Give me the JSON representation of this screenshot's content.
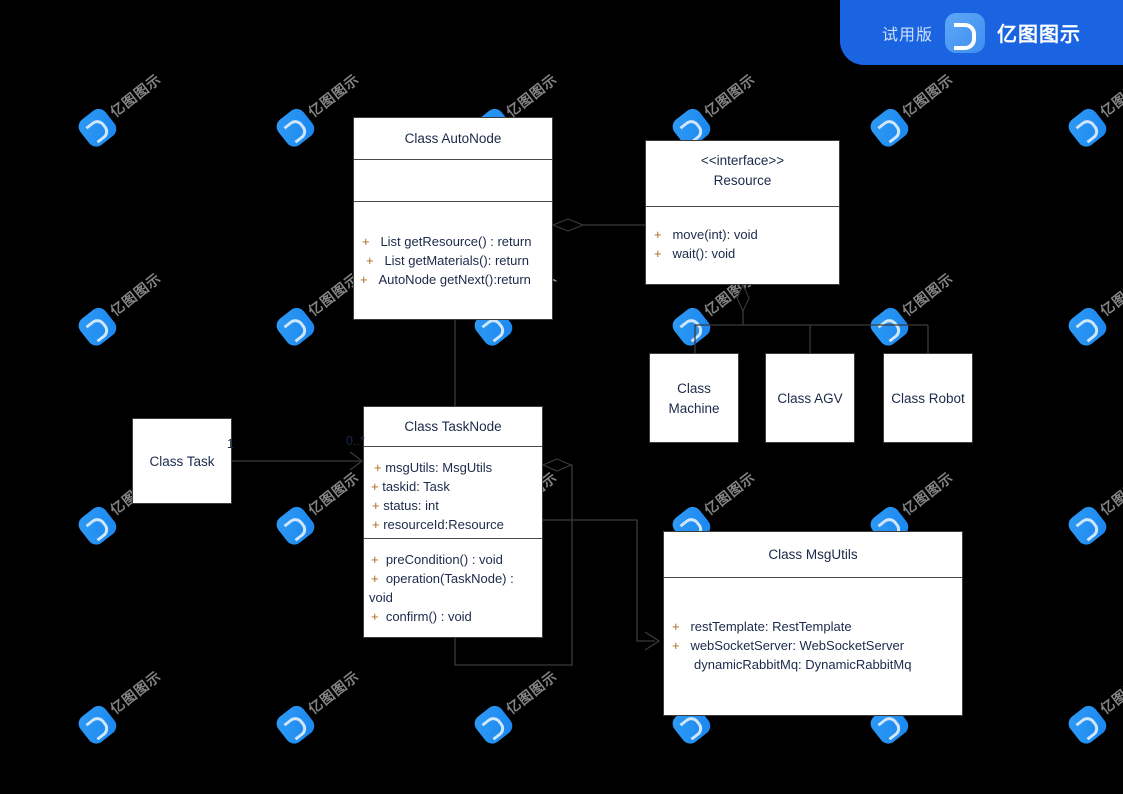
{
  "banner": {
    "trial_label": "试用版",
    "brand": "亿图图示",
    "logo_icon": "edraw-logo-icon",
    "accent_color": "#1a64e2"
  },
  "watermark": {
    "text": "亿图图示",
    "logo_icon": "edraw-watermark-logo-icon"
  },
  "canvas": {
    "background_color": "#000000",
    "node_fill": "#ffffff",
    "node_stroke": "#3c3c3c"
  },
  "diagram": {
    "type": "uml-class-diagram",
    "nodes": [
      {
        "id": "autonode",
        "title": "Class AutoNode",
        "attributes": [],
        "operations": [
          {
            "vis": "+",
            "text": "List getResource() : return"
          },
          {
            "vis": "+",
            "text": "List getMaterials(): return"
          },
          {
            "vis": "+",
            "text": "AutoNode getNext():return"
          }
        ]
      },
      {
        "id": "resource",
        "stereotype": "<<interface>>",
        "title": "Resource",
        "operations": [
          {
            "vis": "+",
            "text": "move(int): void"
          },
          {
            "vis": "+",
            "text": "wait(): void"
          }
        ]
      },
      {
        "id": "machine",
        "title": "Class Machine"
      },
      {
        "id": "agv",
        "title": "Class AGV"
      },
      {
        "id": "robot",
        "title": "Class Robot"
      },
      {
        "id": "task",
        "title": "Class Task"
      },
      {
        "id": "tasknode",
        "title": "Class TaskNode",
        "attributes": [
          {
            "vis": "+",
            "text": "msgUtils: MsgUtils"
          },
          {
            "vis": "+",
            "text": "taskid: Task"
          },
          {
            "vis": "+",
            "text": "status: int"
          },
          {
            "vis": "+",
            "text": "resourceId:Resource"
          }
        ],
        "operations": [
          {
            "vis": "+",
            "text": "preCondition() : void"
          },
          {
            "vis": "+",
            "text": "operation(TaskNode) :"
          },
          {
            "vis": "",
            "text": "void"
          },
          {
            "vis": "+",
            "text": "confirm() : void"
          }
        ]
      },
      {
        "id": "msgutils",
        "title": "Class MsgUtils",
        "attributes": [
          {
            "vis": "+",
            "text": "restTemplate: RestTemplate"
          },
          {
            "vis": "+",
            "text": "webSocketServer: WebSocketServer"
          },
          {
            "vis": "",
            "text": "dynamicRabbitMq: DynamicRabbitMq"
          }
        ]
      }
    ],
    "edges": [
      {
        "from": "autonode",
        "to": "resource",
        "kind": "aggregation"
      },
      {
        "from": "autonode",
        "to": "tasknode",
        "kind": "aggregation"
      },
      {
        "from": "resource",
        "to": "machine",
        "kind": "aggregation-tree"
      },
      {
        "from": "resource",
        "to": "agv",
        "kind": "aggregation-tree"
      },
      {
        "from": "resource",
        "to": "robot",
        "kind": "aggregation-tree"
      },
      {
        "from": "task",
        "to": "tasknode",
        "kind": "association",
        "source_label": "1",
        "target_label": "0..*"
      },
      {
        "from": "tasknode",
        "to": "tasknode",
        "kind": "aggregation-self"
      },
      {
        "from": "tasknode",
        "to": "msgutils",
        "kind": "dependency"
      }
    ],
    "labels": {
      "task_mult": "1",
      "tasknode_mult": "0..*"
    }
  }
}
